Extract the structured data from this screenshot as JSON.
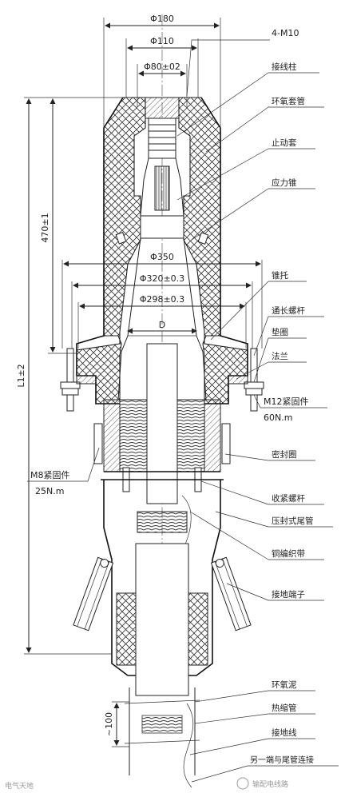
{
  "dimensions": {
    "d180": "Φ180",
    "d110": "Φ110",
    "d80": "Φ80±02",
    "thread": "4-M10",
    "h470": "470±1",
    "L1": "L1±2",
    "d350": "Φ350",
    "d320": "Φ320±0.3",
    "d298": "Φ298±0.3",
    "D": "D",
    "h100": "~100"
  },
  "callouts": [
    "接线柱",
    "环氧套管",
    "止动套",
    "应力锥",
    "锥托",
    "通长螺杆",
    "垫圈",
    "法兰",
    "密封圈",
    "收紧螺杆",
    "压封式尾管",
    "铜编织带",
    "接地端子",
    "环氧泥",
    "热缩管",
    "接地线",
    "另一端与尾管连接"
  ],
  "fasteners": {
    "m12_label": "M12紧固件",
    "m12_torque": "60N.m",
    "m8_label": "M8紧固件",
    "m8_torque": "25N.m"
  },
  "watermarks": {
    "left": "电气天地",
    "right": "输配电线路"
  }
}
